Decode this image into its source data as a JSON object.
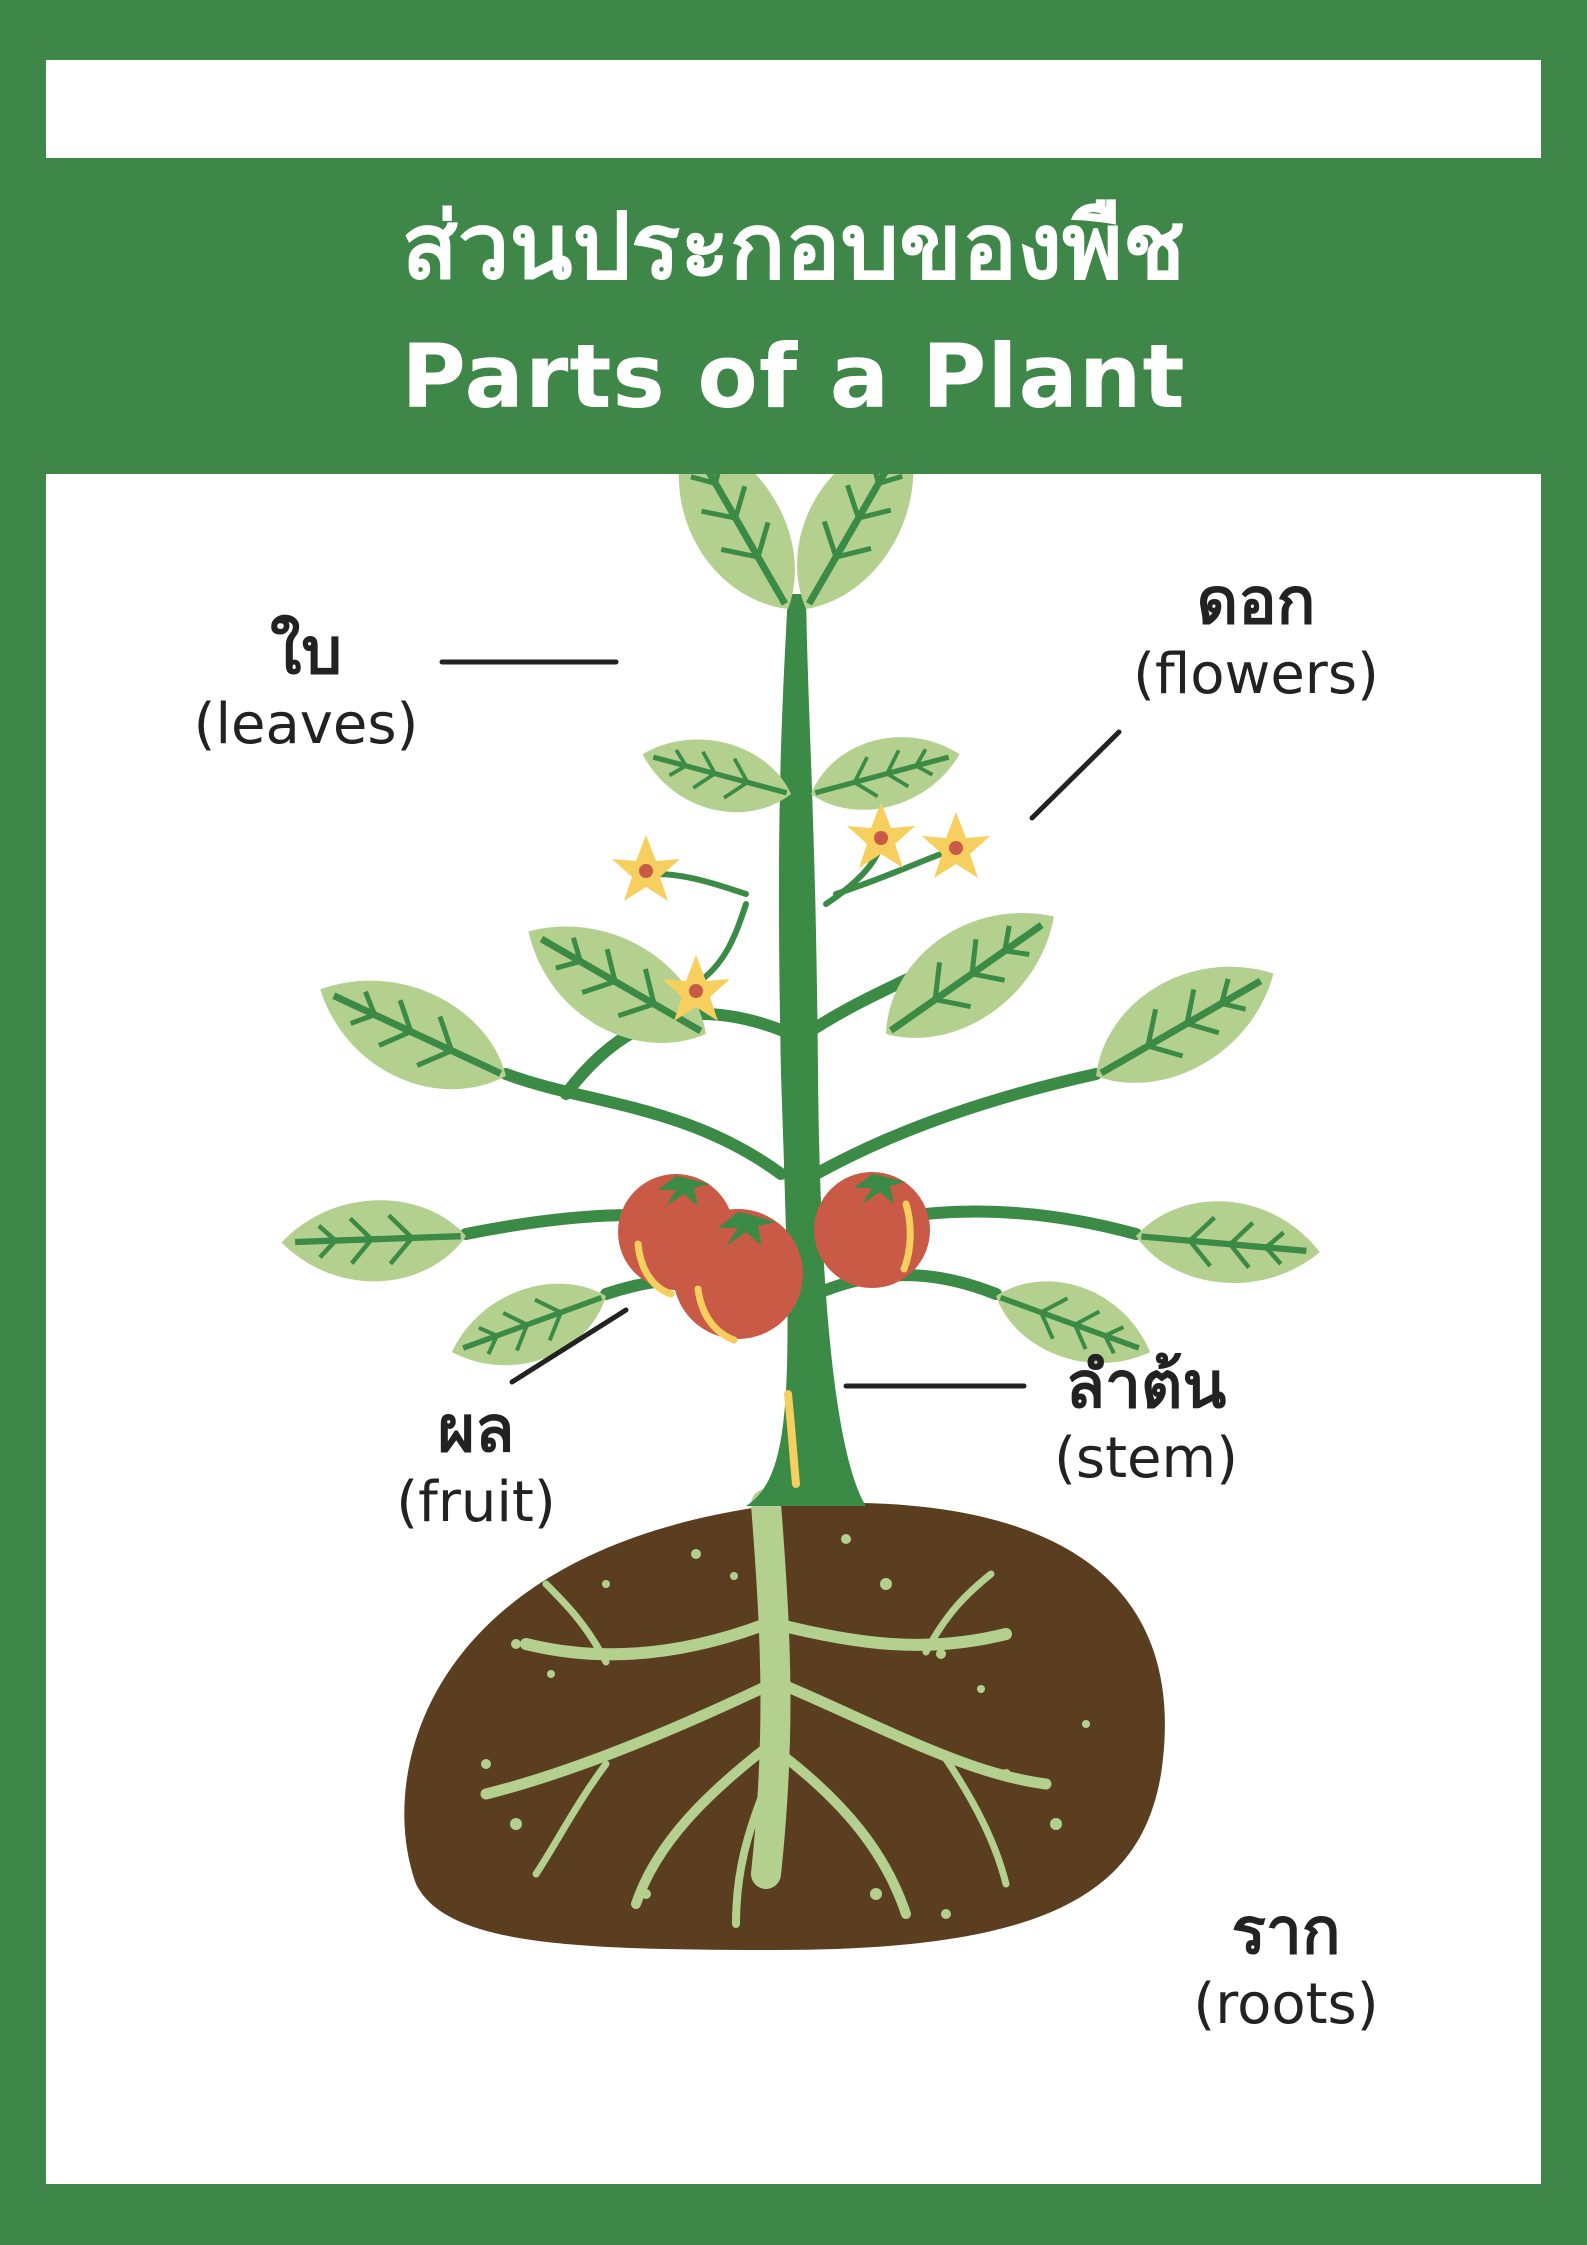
{
  "title": {
    "thai": "ส่วนประกอบของพืช",
    "english": "Parts of a Plant"
  },
  "labels": {
    "leaves": {
      "thai": "ใบ",
      "english": "(leaves)"
    },
    "flowers": {
      "thai": "ดอก",
      "english": "(flowers)"
    },
    "fruit": {
      "thai": "ผล",
      "english": "(fruit)"
    },
    "stem": {
      "thai": "ลำต้น",
      "english": "(stem)"
    },
    "roots": {
      "thai": "ราก",
      "english": "(roots)"
    }
  },
  "colors": {
    "frame": "#3e8748",
    "leaf_fill": "#b3d08f",
    "leaf_vein": "#3b8a45",
    "stem": "#3b8a45",
    "flower": "#f6cf5f",
    "fruit": "#c95a45",
    "soil": "#5a3e1f",
    "root": "#b3d08f"
  }
}
